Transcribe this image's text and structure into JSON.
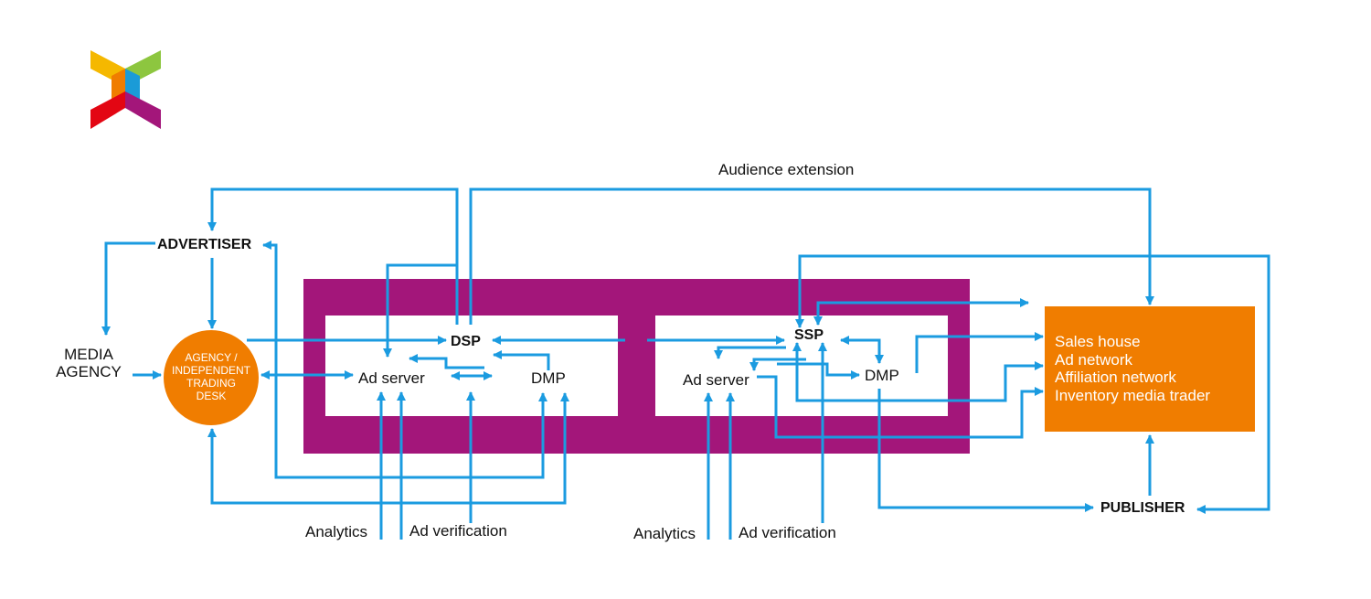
{
  "logo": {
    "colors": [
      "#F5B800",
      "#8DC63F",
      "#F07D00",
      "#1B9BD7",
      "#E30613",
      "#A3167A"
    ]
  },
  "colors": {
    "arrow": "#1B9BE0",
    "platform_frame": "#A3167A",
    "agency_circle": "#F07D00",
    "seller_box": "#F07D00"
  },
  "nodes": {
    "advertiser": "ADVERTISER",
    "media_agency": [
      "MEDIA",
      "AGENCY"
    ],
    "agency_circle": [
      "AGENCY /",
      "INDEPENDENT",
      "TRADING",
      "DESK"
    ],
    "dsp": "DSP",
    "dsp_ad_server": "Ad server",
    "dsp_dmp": "DMP",
    "ssp": "SSP",
    "ssp_ad_server": "Ad server",
    "ssp_dmp": "DMP",
    "seller_box": [
      "Sales house",
      "Ad network",
      "Affiliation network",
      "Inventory media trader"
    ],
    "publisher": "PUBLISHER"
  },
  "labels": {
    "audience_extension": "Audience extension",
    "analytics_left": "Analytics",
    "ad_verification_left": "Ad verification",
    "analytics_right": "Analytics",
    "ad_verification_right": "Ad verification"
  }
}
